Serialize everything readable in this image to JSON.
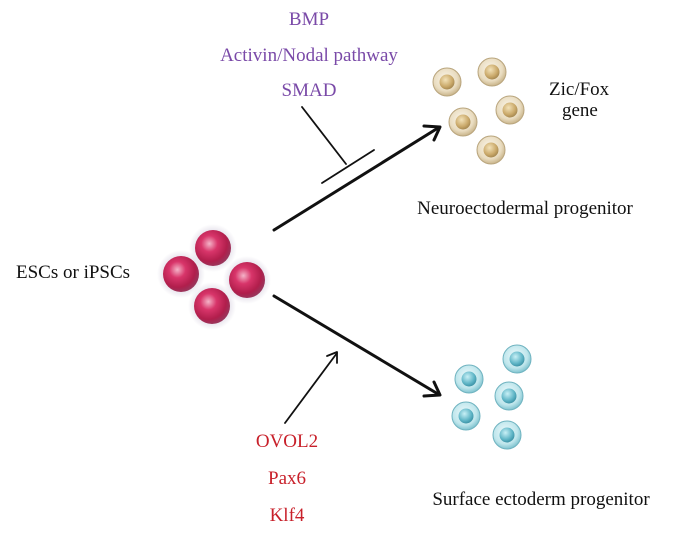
{
  "colors": {
    "inhibitor_text": "#7a4aa8",
    "promoter_text": "#c8202a",
    "label_text": "#111111",
    "arrow": "#111111",
    "esc_cell": "#c8285a",
    "neuro_cell": "#d9c79a",
    "surface_cell": "#8ccfd8"
  },
  "source_cells": {
    "label": "ESCs or iPSCs",
    "icon": "pink-cell-cluster"
  },
  "inhibitors": {
    "items": [
      "BMP",
      "Activin/Nodal pathway",
      "SMAD"
    ]
  },
  "promoters": {
    "items": [
      "OVOL2",
      "Pax6",
      "Klf4"
    ]
  },
  "neuro_branch": {
    "label": "Neuroectodermal progenitor",
    "gene_label_line1": "Zic/Fox",
    "gene_label_line2": "gene",
    "icon": "beige-cell-cluster"
  },
  "surface_branch": {
    "label": "Surface ectoderm progenitor",
    "icon": "cyan-cell-cluster"
  }
}
